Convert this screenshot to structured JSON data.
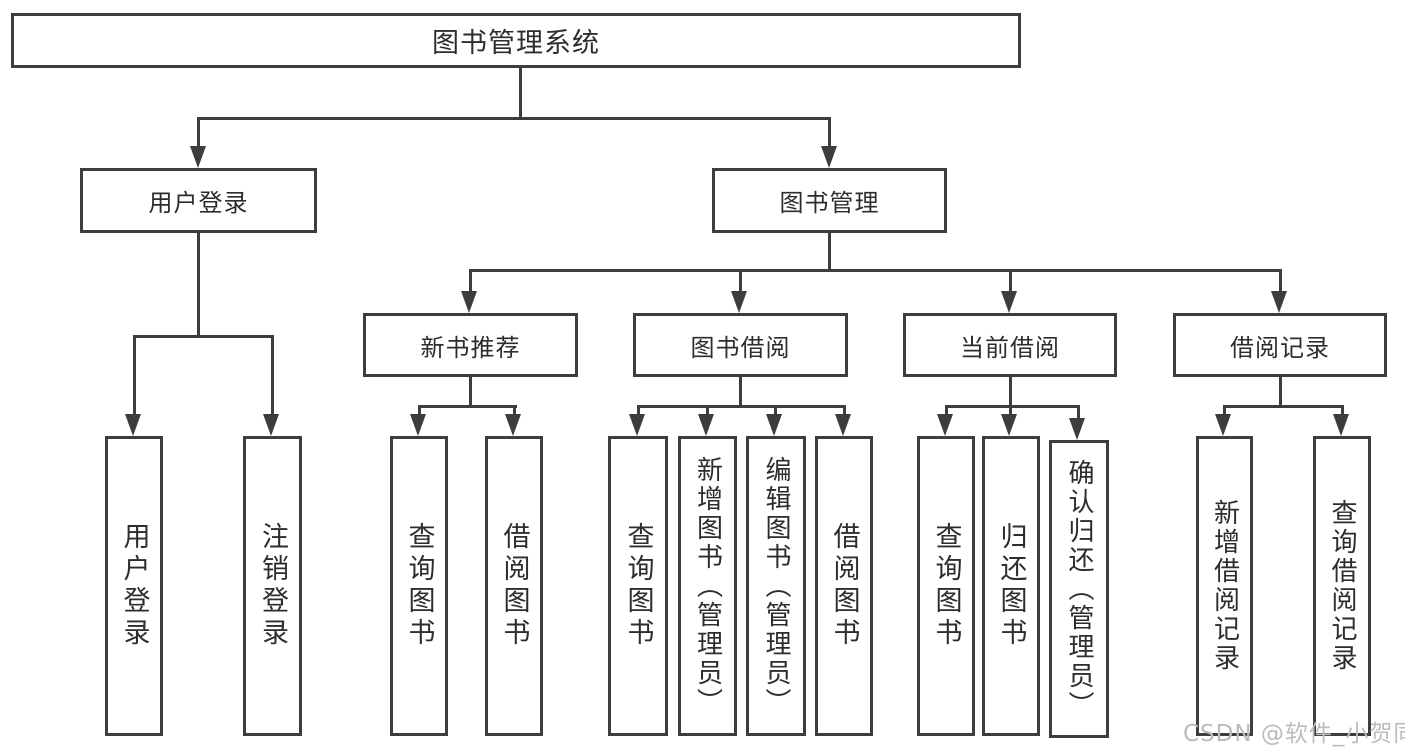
{
  "diagram": {
    "root": "图书管理系统",
    "level2": [
      "用户登录",
      "图书管理"
    ],
    "level3": [
      "新书推荐",
      "图书借阅",
      "当前借阅",
      "借阅记录"
    ],
    "leaves": {
      "login": [
        "用户登录",
        "注销登录"
      ],
      "recommend": [
        "查询图书",
        "借阅图书"
      ],
      "borrow": [
        "查询图书",
        "新增图书（管理员）",
        "编辑图书（管理员）",
        "借阅图书"
      ],
      "current": [
        "查询图书",
        "归还图书",
        "确认归还（管理员）"
      ],
      "records": [
        "新增借阅记录",
        "查询借阅记录"
      ]
    }
  },
  "watermark": "CSDN @软件_小贺同学",
  "colors": {
    "line": "#3d3d3d",
    "text": "#2d2d2d",
    "watermark": "#bcbcbc"
  }
}
